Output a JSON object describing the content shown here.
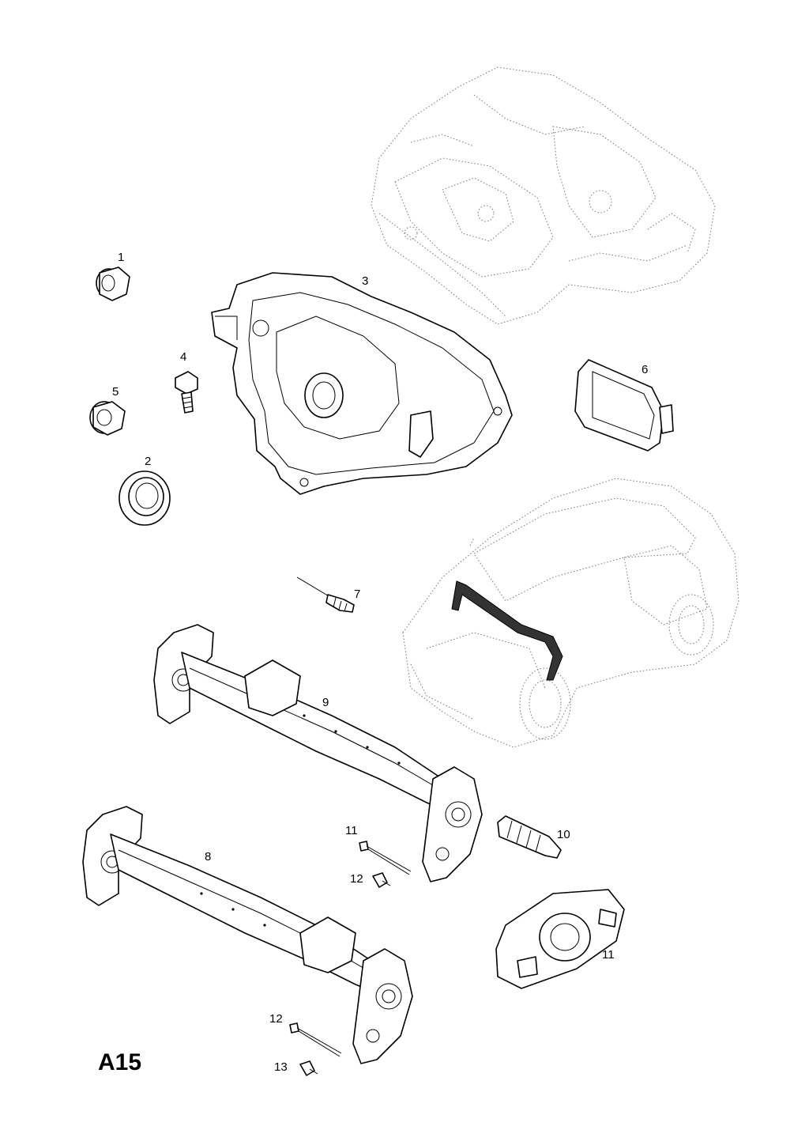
{
  "diagram": {
    "code": "A15",
    "callouts": {
      "c1": "1",
      "c2": "2",
      "c3": "3",
      "c4": "4",
      "c5": "5",
      "c6": "6",
      "c7": "7",
      "c8": "8",
      "c9": "9",
      "c10": "10",
      "c11a": "11",
      "c11b": "11",
      "c12a": "12",
      "c12b": "12",
      "c13": "13"
    }
  }
}
